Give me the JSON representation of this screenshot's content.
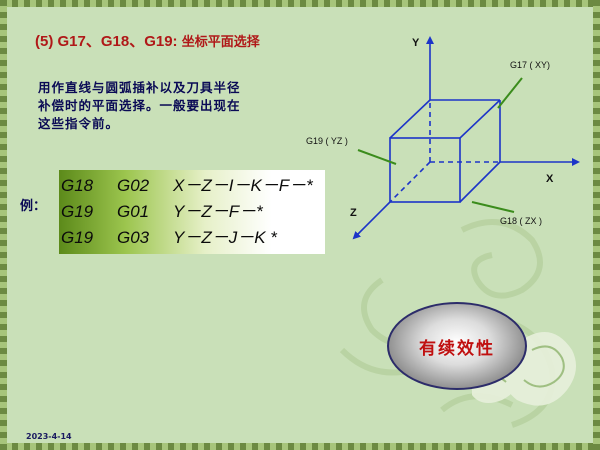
{
  "title": {
    "prefix": "(5) G17、G18、G19:",
    "subtitle": "坐标平面选择"
  },
  "description": {
    "line1": "用作直线与圆弧插补以及刀具半径",
    "line2": "补偿时的平面选择。一般要出现在",
    "line3": "这些指令前。"
  },
  "example": {
    "label": "例：",
    "rows": [
      {
        "g1": "G18",
        "g2": "G02",
        "args": "X－Z－I－K－F－*"
      },
      {
        "g1": "G19",
        "g2": "G01",
        "args": "Y－Z－F－*"
      },
      {
        "g1": "G19",
        "g2": "G03",
        "args": "Y－Z－J－K *"
      }
    ]
  },
  "diagram": {
    "axis_y": "Y",
    "axis_x": "X",
    "axis_z": "Z",
    "plane_xy": "G17 ( XY)",
    "plane_yz": "G19 ( YZ )",
    "plane_zx": "G18 ( ZX )",
    "line_color": "#1c34c8"
  },
  "highlight": {
    "text": "有续效性",
    "color": "#c01010"
  },
  "footer": {
    "date": "2023-4-14"
  }
}
